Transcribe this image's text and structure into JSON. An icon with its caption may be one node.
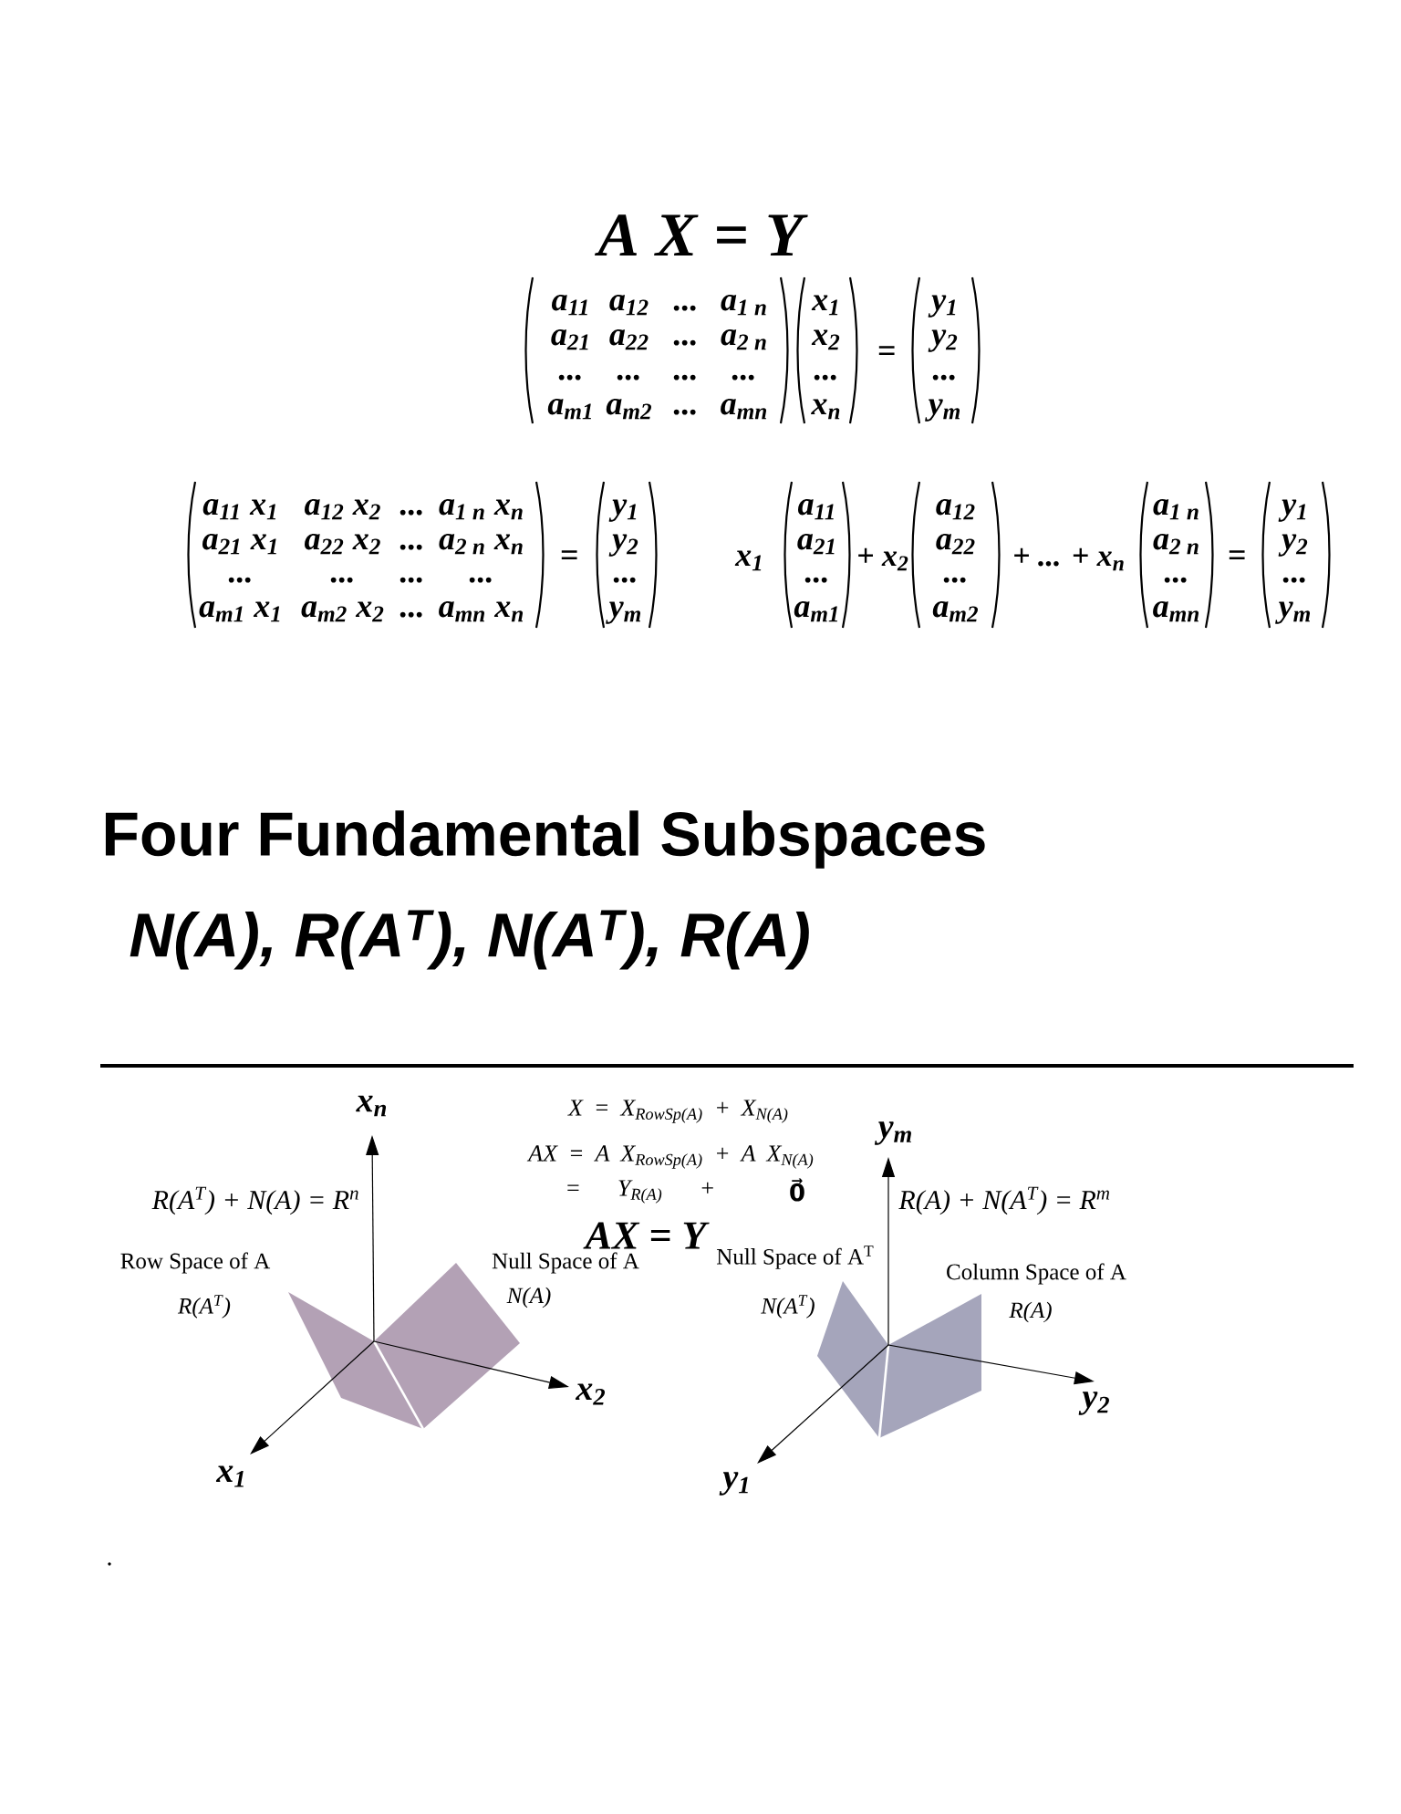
{
  "diagram": {
    "title": "Four Fundamental Subspaces",
    "nodes": [
      {
        "text": [],
        "shape": "parallelogram",
        "beside": [
          "Row Space of A",
          "R(A$^{T}$)"
        ]
      },
      {
        "text": [],
        "shape": "parallelogram",
        "beside": [
          "Null Space of A",
          "N(A)"
        ]
      },
      {
        "text": [],
        "shape": "parallelogram",
        "beside": [
          "Null Space of A$^{T}$",
          "N(A$^{T}$)"
        ]
      },
      {
        "text": [],
        "shape": "parallelogram",
        "beside": [
          "Column Space of A",
          "R(A)"
        ]
      }
    ],
    "labels": [
      "A X = Y",
      "a$_{11}$",
      "a$_{12}$",
      "...",
      "a$_{1 n}$",
      "a$_{21}$",
      "a$_{22}$",
      "...",
      "a$_{2 n}$",
      "...",
      "...",
      "...",
      "...",
      "a$_{m1}$",
      "a$_{m2}$",
      "...",
      "a$_{mn}$",
      "x$_{1}$",
      "x$_{2}$",
      "...",
      "x$_{n}$",
      "=",
      "y$_{1}$",
      "y$_{2}$",
      "...",
      "y$_{m}$",
      "a$_{11}$ x$_{1}$",
      "a$_{12}$ x$_{2}$",
      "...",
      "a$_{1 n}$ x$_{n}$",
      "a$_{21}$ x$_{1}$",
      "a$_{22}$ x$_{2}$",
      "...",
      "a$_{2 n}$ x$_{n}$",
      "...",
      "...",
      "...",
      "...",
      "a$_{m1}$ x$_{1}$",
      "a$_{m2}$ x$_{2}$",
      "...",
      "a$_{mn}$ x$_{n}$",
      "=",
      "y$_{1}$",
      "y$_{2}$",
      "...",
      "y$_{m}$",
      "x$_{1}$",
      "a$_{11}$",
      "a$_{21}$",
      "...",
      "a$_{m1}$",
      "+ x$_{2}$",
      "a$_{12}$",
      "a$_{22}$",
      "...",
      "a$_{m2}$",
      "+ ... + x$_{n}$",
      "a$_{1 n}$",
      "a$_{2 n}$",
      "...",
      "a$_{mn}$",
      "=",
      "y$_{1}$",
      "y$_{2}$",
      "...",
      "y$_{m}$",
      "N(A), R(A$^{T}$), N(A$^{T}$), R(A)",
      "x$_{n}$",
      "X = X$_{RowSp(A)}$ + X$_{N(A)}$",
      "y$_{m}$",
      "AX = A X$_{RowSp(A)}$ + A X$_{N(A)}$",
      "R(A$^{T}$) + N(A) = R$^{n}$",
      "= Y$_{R(A)}$ +",
      "0⃗",
      "R(A) + N(A$^{T}$) = R$^{m}$",
      "AX = Y",
      "x$_{2}$",
      "y$_{2}$",
      "x$_{1}$",
      "y$_{1}$",
      "."
    ]
  }
}
